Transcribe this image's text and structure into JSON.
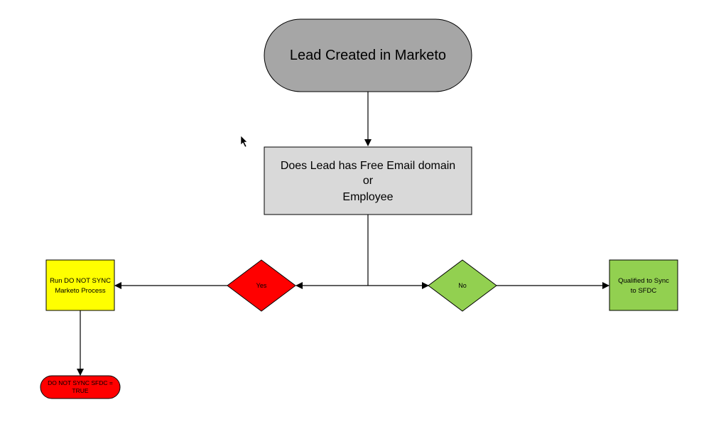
{
  "nodes": {
    "start": {
      "label": "Lead Created in Marketo",
      "fill": "#a6a6a6"
    },
    "question": {
      "lines": [
        "Does Lead has Free Email domain",
        "or",
        "Employee"
      ],
      "fill": "#d9d9d9"
    },
    "decision_yes": {
      "label": "Yes",
      "fill": "#ff0000"
    },
    "decision_no": {
      "label": "No",
      "fill": "#92d050"
    },
    "process_do_not_sync": {
      "lines": [
        "Run DO NOT SYNC",
        "Marketo Process"
      ],
      "fill": "#ffff00"
    },
    "process_qualified": {
      "lines": [
        "Qualified to Sync",
        "to SFDC"
      ],
      "fill": "#92d050"
    },
    "end_do_not_sync": {
      "lines": [
        "DO NOT SYNC SFDC =",
        "TRUE"
      ],
      "fill": "#ff0000"
    }
  },
  "colors": {
    "stroke": "#000000",
    "background": "#ffffff"
  },
  "icons": {
    "cursor": "mouse-pointer-icon"
  }
}
